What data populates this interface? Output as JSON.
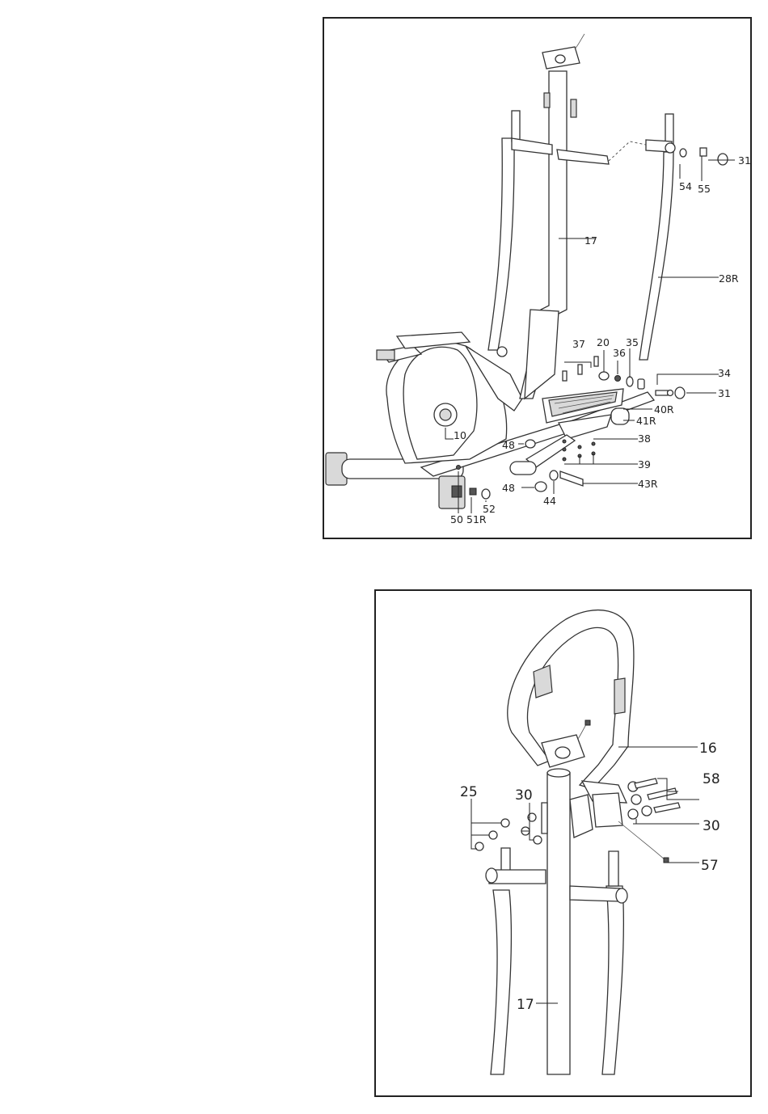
{
  "top_diagram": {
    "labels": {
      "l17": "17",
      "l28R": "28R",
      "l31a": "31",
      "l54": "54",
      "l55": "55",
      "l37": "37",
      "l20": "20",
      "l36": "36",
      "l35": "35",
      "l34": "34",
      "l31b": "31",
      "l40R": "40R",
      "l41R": "41R",
      "l10": "10",
      "l48a": "48",
      "l38": "38",
      "l39": "39",
      "l48b": "48",
      "l43R": "43R",
      "l44": "44",
      "l52": "52",
      "l50": "50",
      "l51R": "51R"
    }
  },
  "bottom_diagram": {
    "labels": {
      "l16": "16",
      "l58": "58",
      "l25": "25",
      "l30a": "30",
      "l30b": "30",
      "l57": "57",
      "l17": "17"
    }
  }
}
